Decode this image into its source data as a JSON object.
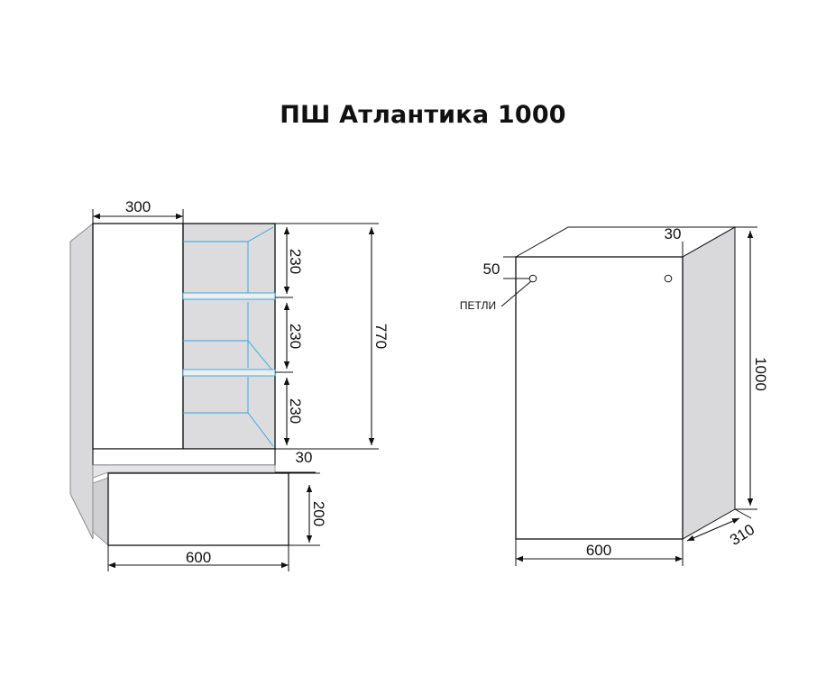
{
  "title": "ПШ Атлантика 1000",
  "front_view": {
    "door_width": "300",
    "shelf_gap_1": "230",
    "shelf_gap_2": "230",
    "shelf_gap_3": "230",
    "upper_height": "770",
    "gap": "30",
    "drawer_height": "200",
    "width": "600"
  },
  "side_view": {
    "top_offset": "30",
    "hinge_offset": "50",
    "hinges_label": "ПЕТЛИ",
    "height": "1000",
    "width": "600",
    "depth": "310"
  },
  "colors": {
    "line": "#111111",
    "shelf_glass": "#2aa7e0",
    "side_gray": "#d9d9db",
    "inner_gray": "#dcdcde"
  }
}
